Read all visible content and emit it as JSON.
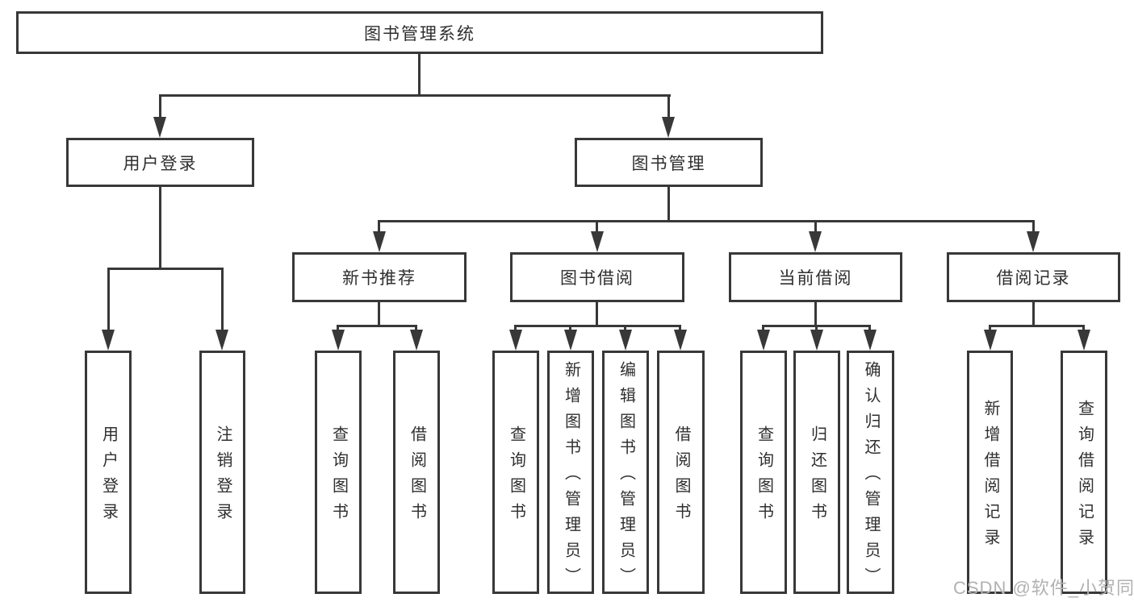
{
  "diagram": {
    "root": {
      "label": "图书管理系统"
    },
    "level2": [
      {
        "label": "用户登录"
      },
      {
        "label": "图书管理"
      }
    ],
    "level3": [
      {
        "label": "新书推荐",
        "parent": "图书管理"
      },
      {
        "label": "图书借阅",
        "parent": "图书管理"
      },
      {
        "label": "当前借阅",
        "parent": "图书管理"
      },
      {
        "label": "借阅记录",
        "parent": "图书管理"
      }
    ],
    "leaves": [
      {
        "label": "用户登录",
        "parent": "用户登录"
      },
      {
        "label": "注销登录",
        "parent": "用户登录"
      },
      {
        "label": "查询图书",
        "parent": "新书推荐"
      },
      {
        "label": "借阅图书",
        "parent": "新书推荐"
      },
      {
        "label": "查询图书",
        "parent": "图书借阅"
      },
      {
        "label": "新增图书（管理员）",
        "parent": "图书借阅"
      },
      {
        "label": "编辑图书（管理员）",
        "parent": "图书借阅"
      },
      {
        "label": "借阅图书",
        "parent": "图书借阅"
      },
      {
        "label": "查询图书",
        "parent": "当前借阅"
      },
      {
        "label": "归还图书",
        "parent": "当前借阅"
      },
      {
        "label": "确认归还（管理员）",
        "parent": "当前借阅"
      },
      {
        "label": "新增借阅记录",
        "parent": "借阅记录"
      },
      {
        "label": "查询借阅记录",
        "parent": "借阅记录"
      }
    ]
  },
  "watermark": {
    "text": "CSDN @软件_小贺同学"
  },
  "colors": {
    "line": "#383838",
    "text": "#2f2f2f",
    "watermark": "#b3b0b0",
    "background": "#ffffff"
  }
}
